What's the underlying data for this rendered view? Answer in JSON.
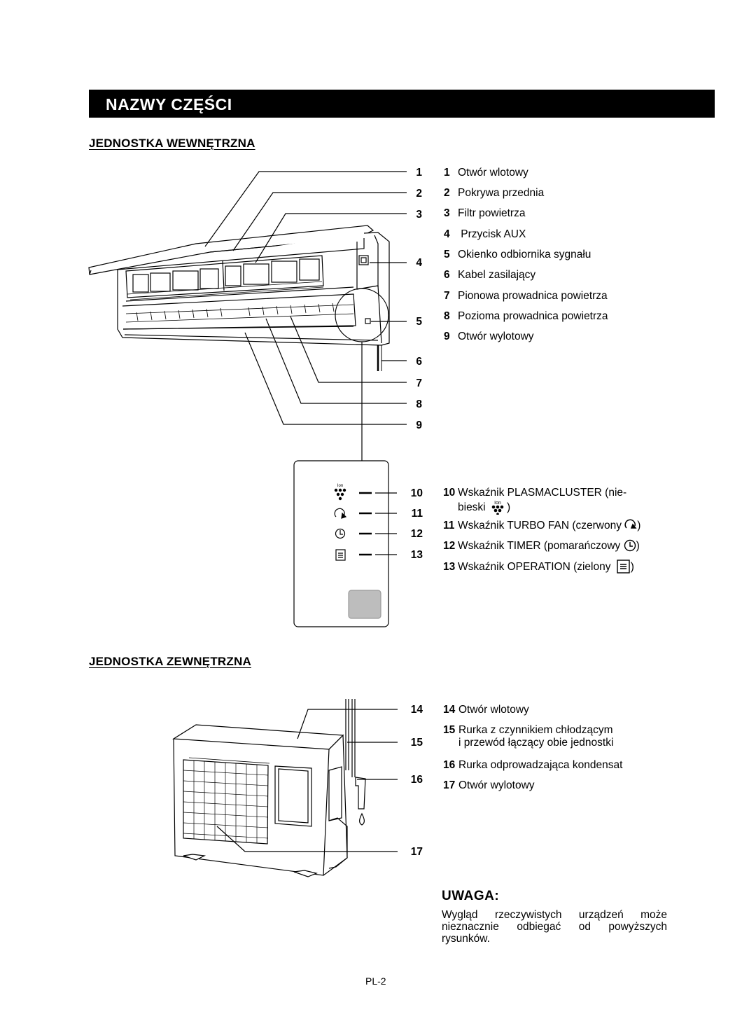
{
  "page": {
    "title": "NAZWY CZĘŚCI",
    "page_number": "PL-2"
  },
  "indoor": {
    "heading": "JEDNOSTKA WEWNĘTRZNA",
    "callouts": [
      "1",
      "2",
      "3",
      "4",
      "5",
      "6",
      "7",
      "8",
      "9",
      "10",
      "11",
      "12",
      "13"
    ],
    "items": [
      {
        "n": "1",
        "text": "Otwór wlotowy"
      },
      {
        "n": "2",
        "text": "Pokrywa przednia"
      },
      {
        "n": "3",
        "text": "Filtr powietrza"
      },
      {
        "n": "4",
        "text": " Przycisk AUX"
      },
      {
        "n": "5",
        "text": "Okienko odbiornika sygnału"
      },
      {
        "n": "6",
        "text": "Kabel zasilający"
      },
      {
        "n": "7",
        "text": "Pionowa prowadnica powietrza"
      },
      {
        "n": "8",
        "text": "Pozioma prowadnica powietrza"
      },
      {
        "n": "9",
        "text": "Otwór wylotowy"
      }
    ],
    "indicators": [
      {
        "n": "10",
        "text": "Wskaźnik PLASMACLUSTER (nie-",
        "text2": "bieski",
        "icon": "plasmacluster-ion-icon",
        "close": ")"
      },
      {
        "n": "11",
        "text": "Wskaźnik TURBO FAN (czerwony",
        "icon": "turbo-fan-icon",
        "close": ")"
      },
      {
        "n": "12",
        "text": "Wskaźnik TIMER (pomarańczowy",
        "icon": "timer-clock-icon",
        "close": ")"
      },
      {
        "n": "13",
        "text": "Wskaźnik OPERATION (zielony",
        "icon": "operation-icon",
        "close": ")"
      }
    ],
    "ion_label": "Ion"
  },
  "outdoor": {
    "heading": "JEDNOSTKA ZEWNĘTRZNA",
    "callouts": [
      "14",
      "15",
      "16",
      "17"
    ],
    "items": [
      {
        "n": "14",
        "text": "Otwór wlotowy"
      },
      {
        "n": "15",
        "text": "Rurka z czynnikiem chłodzącym",
        "text2": "i przewód łączący obie jednostki"
      },
      {
        "n": "16",
        "text": "Rurka odprowadzająca kondensat"
      },
      {
        "n": "17",
        "text": "Otwór wylotowy"
      }
    ]
  },
  "note": {
    "title": "UWAGA:",
    "text": "Wygląd rzeczywistych urządzeń może nieznacznie odbiegać od powyższych rysunków."
  }
}
